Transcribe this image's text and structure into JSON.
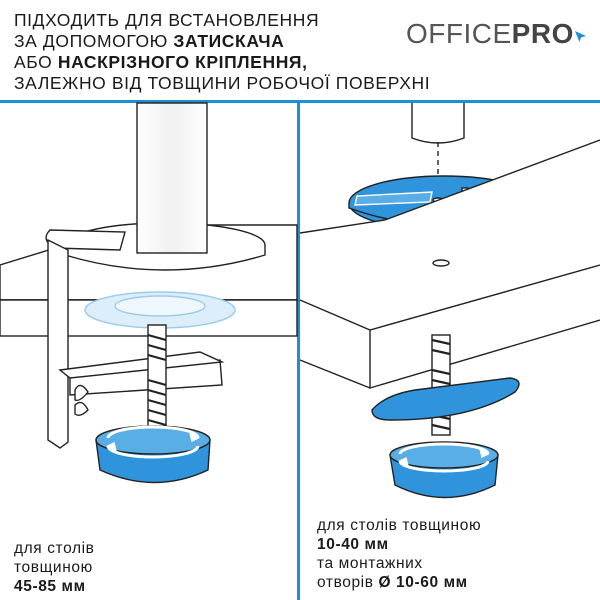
{
  "header": {
    "line1": "ПІДХОДИТЬ ДЛЯ ВСТАНОВЛЕННЯ",
    "line2_prefix": "ЗА ДОПОМОГОЮ ",
    "line2_bold": "ЗАТИСКАЧА",
    "line3_prefix": "АБО ",
    "line3_bold": "НАСКРІЗНОГО КРІПЛЕННЯ,",
    "line4": "ЗАЛЕЖНО ВІД ТОВЩИНИ РОБОЧОЇ ПОВЕРХНІ"
  },
  "logo": {
    "office": "OFFICE",
    "pro": "PRO"
  },
  "left_caption": {
    "line1": "для столів",
    "line2": "товщиною",
    "line3": "45-85 мм"
  },
  "right_caption": {
    "line1": "для столів  товщиною",
    "line2": "10-40 мм",
    "line3": "та монтажних",
    "line4_prefix": "отворів  ",
    "line4_bold": "Ø 10-60 мм"
  },
  "colors": {
    "accent": "#1e8fd6",
    "part": "#2f94dc",
    "text": "#1a1a1a",
    "logo": "#555555"
  }
}
